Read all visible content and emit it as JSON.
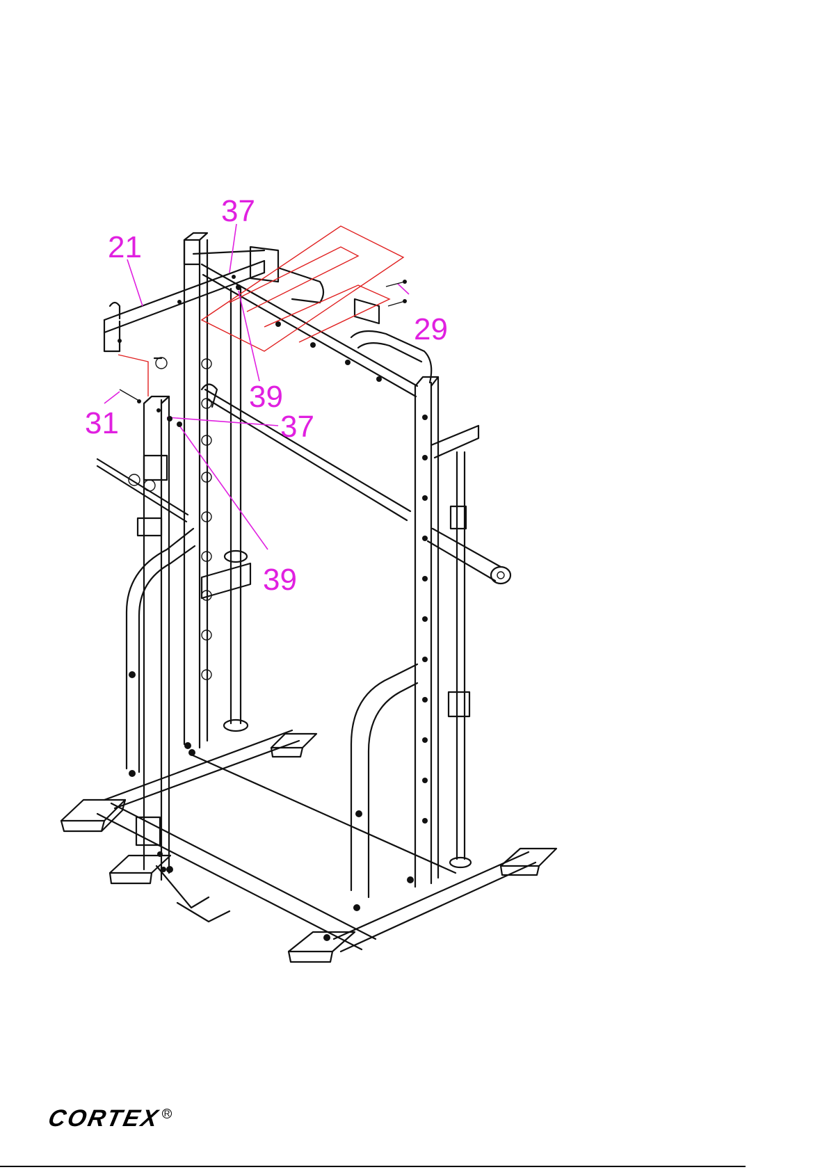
{
  "brand": {
    "name": "CORTEX",
    "reg_mark": "R"
  },
  "callouts": [
    "37",
    "21",
    "29",
    "39",
    "31",
    "37",
    "39"
  ]
}
